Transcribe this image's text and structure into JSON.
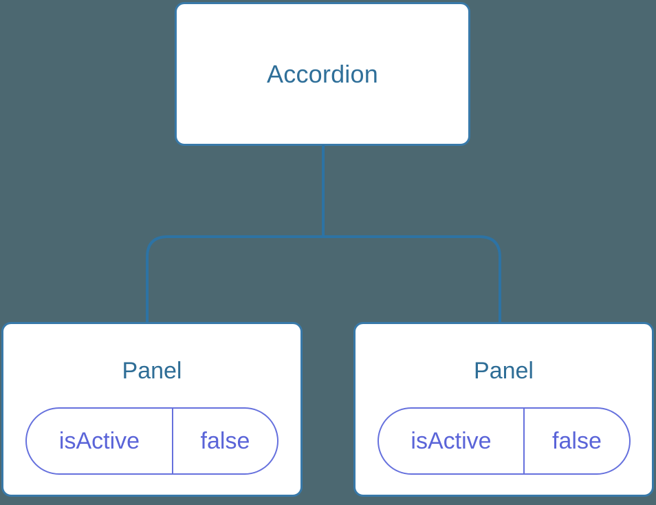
{
  "diagram": {
    "type": "component-tree",
    "colors": {
      "background": "#4c6871",
      "node_fill": "#ffffff",
      "node_border": "#3879a9",
      "connector": "#2d73a4",
      "node_label_text": "#2f6f99",
      "state_text": "#5a64d8",
      "state_border": "#6570dd"
    },
    "root": {
      "label": "Accordion"
    },
    "children": [
      {
        "label": "Panel",
        "state": {
          "key": "isActive",
          "value": "false"
        }
      },
      {
        "label": "Panel",
        "state": {
          "key": "isActive",
          "value": "false"
        }
      }
    ]
  }
}
